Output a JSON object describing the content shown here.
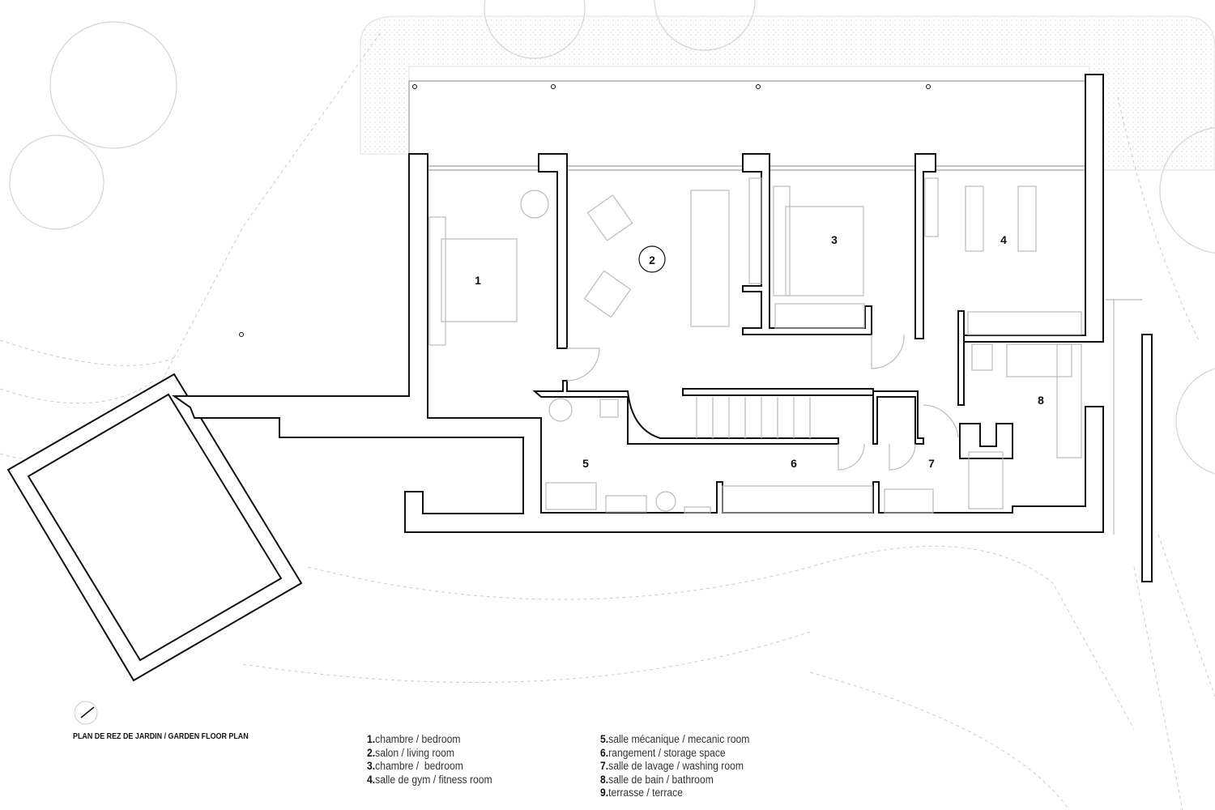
{
  "title": "PLAN DE REZ DE JARDIN  / GARDEN FLOOR PLAN",
  "rooms": [
    {
      "num": "1",
      "label": "chambre / bedroom"
    },
    {
      "num": "2",
      "label": "salon / living room"
    },
    {
      "num": "3",
      "label": "chambre /  bedroom"
    },
    {
      "num": "4",
      "label": "salle de gym / fitness room"
    },
    {
      "num": "5",
      "label": "salle mécanique / mecanic room"
    },
    {
      "num": "6",
      "label": "rangement / storage space"
    },
    {
      "num": "7",
      "label": "salle de lavage / washing room"
    },
    {
      "num": "8",
      "label": "salle de bain / bathroom"
    },
    {
      "num": "9",
      "label": "terrasse / terrace"
    }
  ],
  "legend_numbers": [
    "1.",
    "2.",
    "3.",
    "4.",
    "5.",
    "6.",
    "7.",
    "8.",
    "9."
  ],
  "icons": {
    "north": "north-arrow-icon"
  }
}
